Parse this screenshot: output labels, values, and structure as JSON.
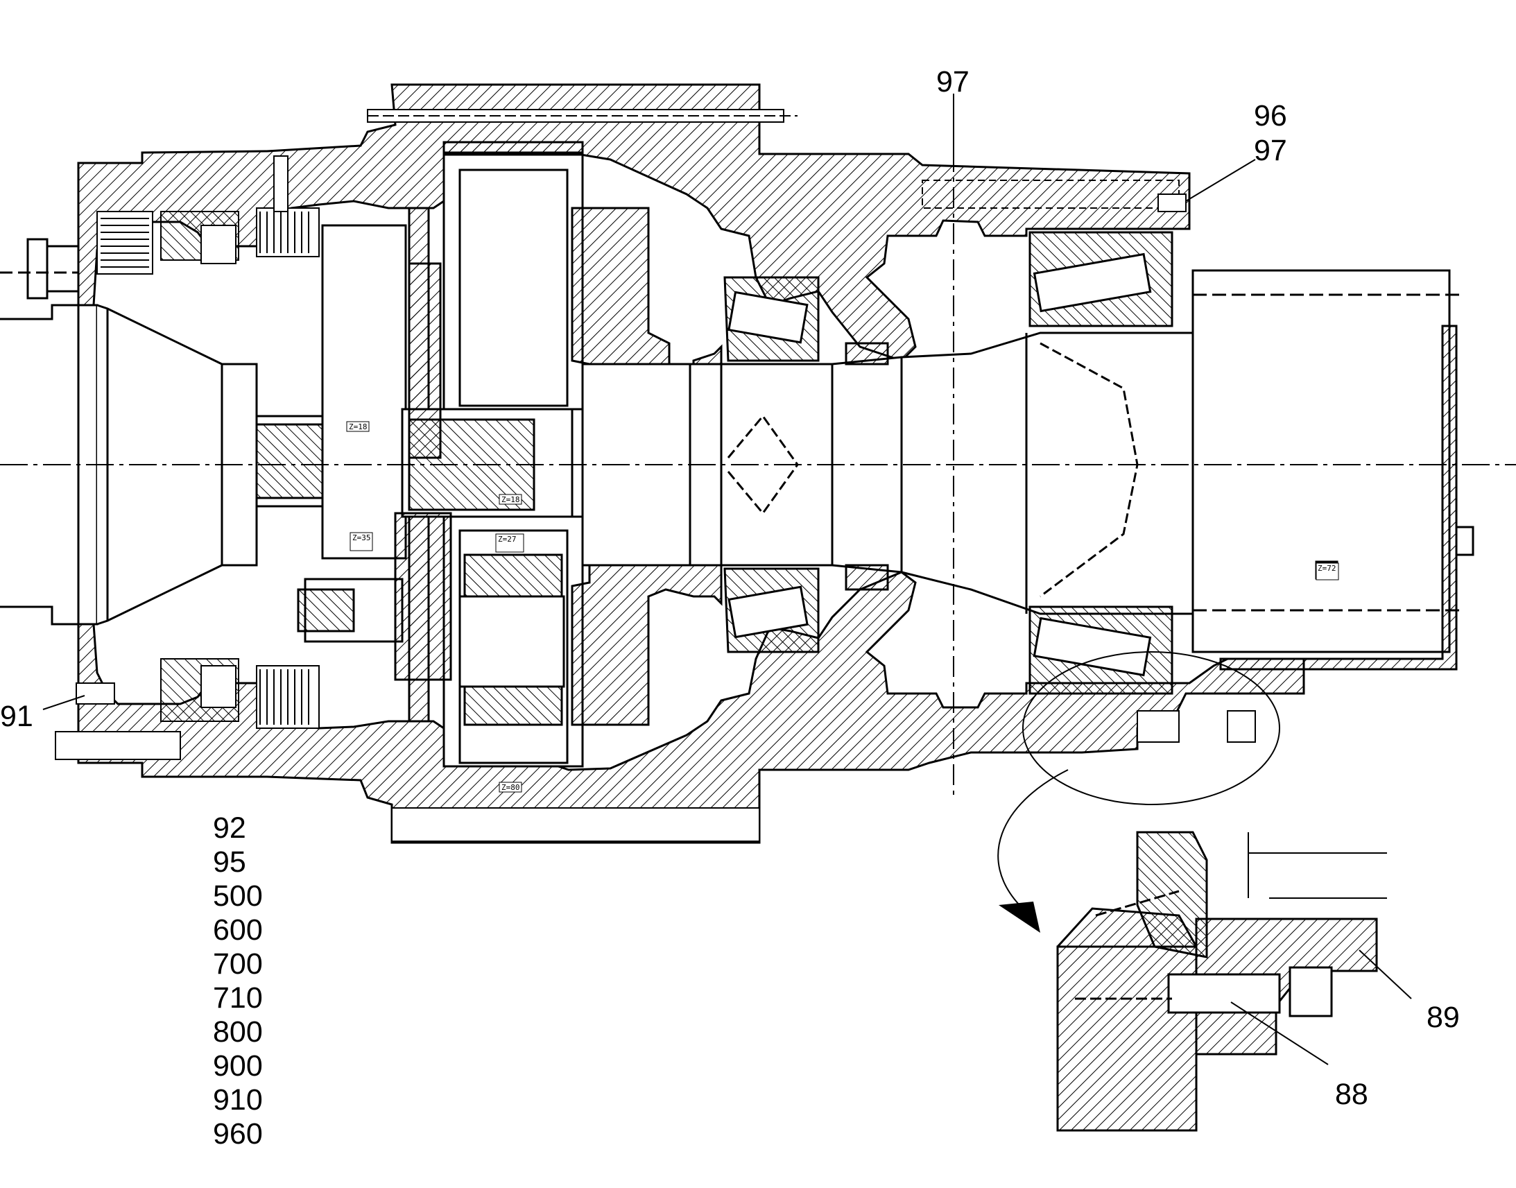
{
  "callouts": {
    "c97_top": "97",
    "c96": "96",
    "c97_right": "97",
    "c91": "91",
    "c89": "89",
    "c88": "88"
  },
  "parts_list": [
    "92",
    "95",
    "500",
    "600",
    "700",
    "710",
    "800",
    "900",
    "910",
    "960"
  ],
  "gear_tags": [
    "Z=18",
    "Z=18",
    "Z=35",
    "Z=27",
    "Z=80",
    "Z=72"
  ],
  "colors": {
    "ink": "#000000",
    "paper": "#ffffff"
  }
}
